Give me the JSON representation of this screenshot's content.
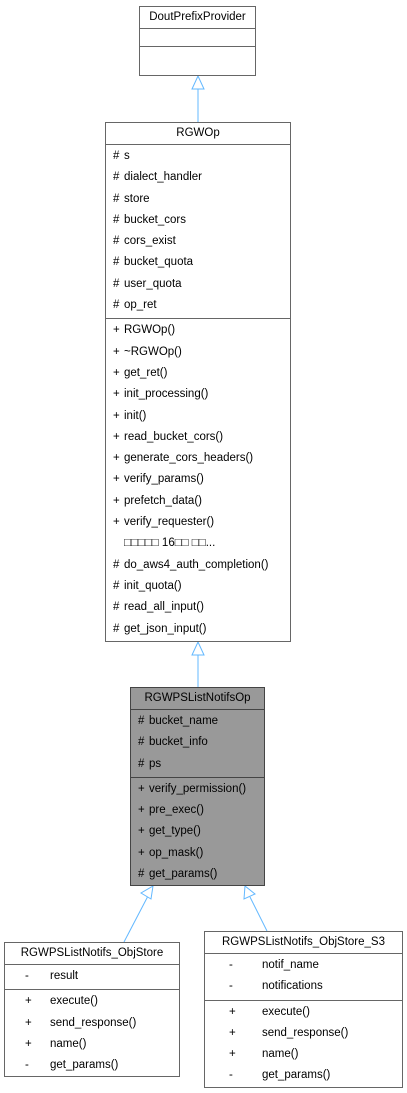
{
  "diagram": {
    "prefix_provider": {
      "name": "DoutPrefixProvider"
    },
    "rgwop": {
      "name": "RGWOp",
      "attributes": [
        {
          "vis": "#",
          "name": "s"
        },
        {
          "vis": "#",
          "name": "dialect_handler"
        },
        {
          "vis": "#",
          "name": "store"
        },
        {
          "vis": "#",
          "name": "bucket_cors"
        },
        {
          "vis": "#",
          "name": "cors_exist"
        },
        {
          "vis": "#",
          "name": "bucket_quota"
        },
        {
          "vis": "#",
          "name": "user_quota"
        },
        {
          "vis": "#",
          "name": "op_ret"
        }
      ],
      "methods": [
        {
          "vis": "+",
          "name": "RGWOp()"
        },
        {
          "vis": "+",
          "name": "~RGWOp()"
        },
        {
          "vis": "+",
          "name": "get_ret()"
        },
        {
          "vis": "+",
          "name": "init_processing()"
        },
        {
          "vis": "+",
          "name": "init()"
        },
        {
          "vis": "+",
          "name": "read_bucket_cors()"
        },
        {
          "vis": "+",
          "name": "generate_cors_headers()"
        },
        {
          "vis": "+",
          "name": "verify_params()"
        },
        {
          "vis": "+",
          "name": "prefetch_data()"
        },
        {
          "vis": "+",
          "name": "verify_requester()"
        }
      ],
      "more_text": "□□□□□ 16□□ □□...",
      "protected_methods": [
        {
          "vis": "#",
          "name": "do_aws4_auth_completion()"
        },
        {
          "vis": "#",
          "name": "init_quota()"
        },
        {
          "vis": "#",
          "name": "read_all_input()"
        },
        {
          "vis": "#",
          "name": "get_json_input()"
        }
      ]
    },
    "list_notifs_op": {
      "name": "RGWPSListNotifsOp",
      "attributes": [
        {
          "vis": "#",
          "name": "bucket_name"
        },
        {
          "vis": "#",
          "name": "bucket_info"
        },
        {
          "vis": "#",
          "name": "ps"
        }
      ],
      "methods": [
        {
          "vis": "+",
          "name": "verify_permission()"
        },
        {
          "vis": "+",
          "name": "pre_exec()"
        },
        {
          "vis": "+",
          "name": "get_type()"
        },
        {
          "vis": "+",
          "name": "op_mask()"
        },
        {
          "vis": "#",
          "name": "get_params()"
        }
      ]
    },
    "objstore": {
      "name": "RGWPSListNotifs_ObjStore",
      "attributes": [
        {
          "vis": "-",
          "name": "result"
        }
      ],
      "methods": [
        {
          "vis": "+",
          "name": "execute()"
        },
        {
          "vis": "+",
          "name": "send_response()"
        },
        {
          "vis": "+",
          "name": "name()"
        },
        {
          "vis": "-",
          "name": "get_params()"
        }
      ]
    },
    "objstore_s3": {
      "name": "RGWPSListNotifs_ObjStore_S3",
      "attributes": [
        {
          "vis": "-",
          "name": "notif_name"
        },
        {
          "vis": "-",
          "name": "notifications"
        }
      ],
      "methods": [
        {
          "vis": "+",
          "name": "execute()"
        },
        {
          "vis": "+",
          "name": "send_response()"
        },
        {
          "vis": "+",
          "name": "name()"
        },
        {
          "vis": "-",
          "name": "get_params()"
        }
      ]
    },
    "colors": {
      "edge": "#63b8ff",
      "box_border": "#666666",
      "highlight_fill": "#999999"
    }
  }
}
